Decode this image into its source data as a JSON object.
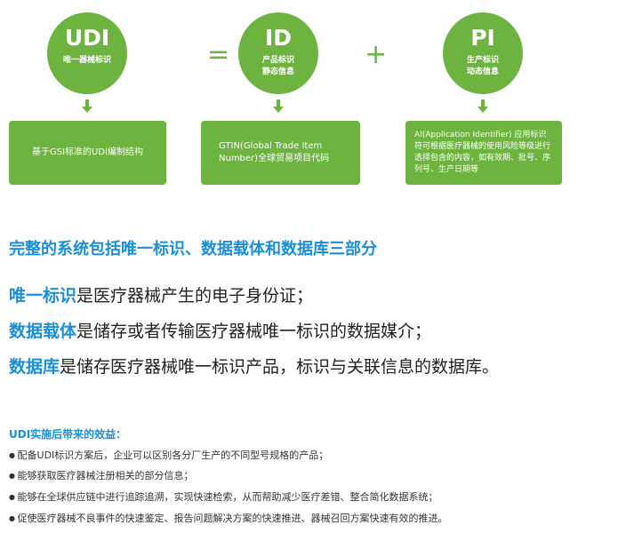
{
  "diagram": {
    "udi": {
      "title": "UDI",
      "subtitle": "唯一器械标识",
      "box": "基于GSI标准的UDI编制结构"
    },
    "equals": "=",
    "id": {
      "title": "ID",
      "subtitle1": "产品标识",
      "subtitle2": "静态信息",
      "box": "GTIN(Global Trade Item Number)全球贸易项目代码"
    },
    "plus": "+",
    "pi": {
      "title": "PI",
      "subtitle1": "生产标识",
      "subtitle2": "动态信息",
      "box": "AI(Application Identifier) 应用标识符可根据医疗器械的使用风险等级进行选择包含的内容，如有效期、批号、序列号、生产日期等"
    }
  },
  "heading": "完整的系统包括唯一标识、数据载体和数据库三部分",
  "definitions": [
    {
      "term": "唯一标识",
      "text": "是医疗器械产生的电子身份证；"
    },
    {
      "term": "数据载体",
      "text": "是储存或者传输医疗器械唯一标识的数据媒介；"
    },
    {
      "term": "数据库",
      "text": "是储存医疗器械唯一标识产品，标识与关联信息的数据库。"
    }
  ],
  "benefits": {
    "title": "UDI实施后带来的效益：",
    "items": [
      "配备UDI标识方案后，企业可以区别各分厂生产的不同型号规格的产品；",
      "能够获取医疗器械注册相关的部分信息；",
      "能够在全球供应链中进行追踪追溯，实现快速检索，从而帮助减少医疗差错、整合简化数据系统；",
      "促使医疗器械不良事件的快速鉴定、报告问题解决方案的快速推进、器械召回方案快速有效的推进。"
    ]
  },
  "colors": {
    "green": "#6db33f",
    "blue": "#1b8fd5"
  }
}
